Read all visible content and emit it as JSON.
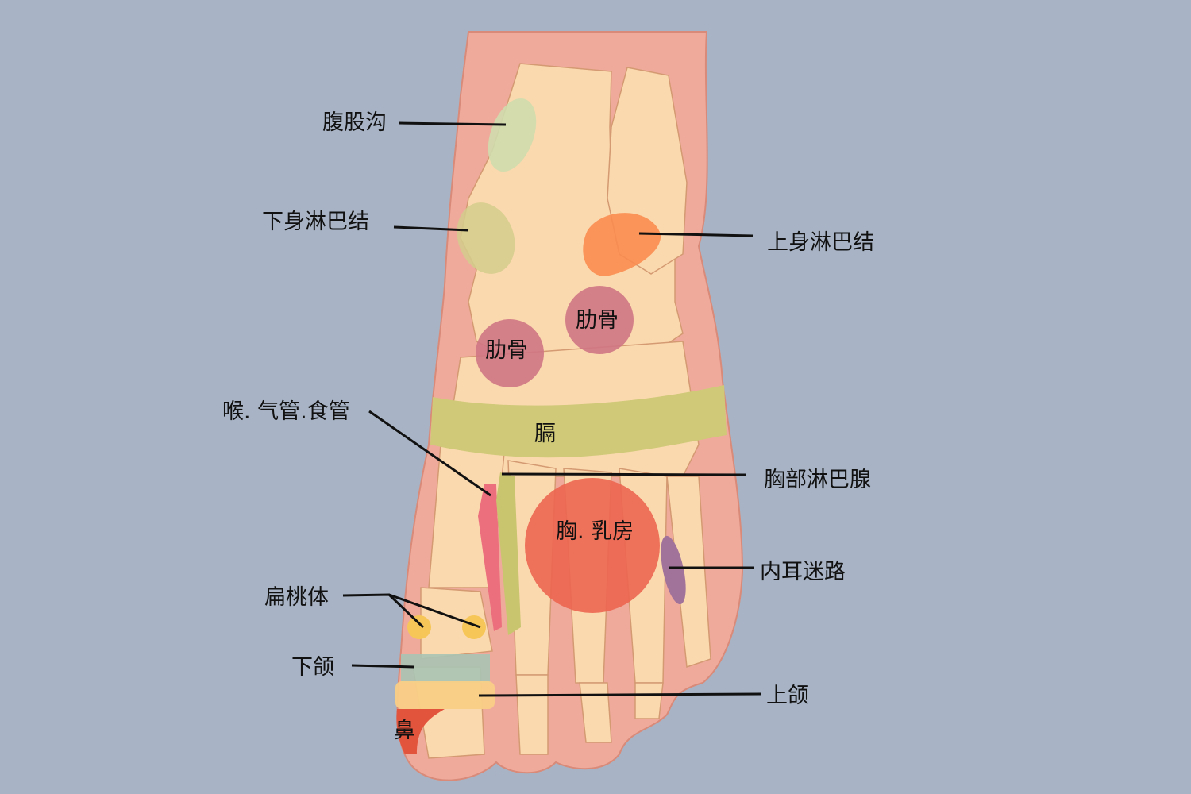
{
  "labels": {
    "groin": "腹股沟",
    "lower_lymph": "下身淋巴结",
    "upper_lymph": "上身淋巴结",
    "rib_right": "肋骨",
    "rib_left": "肋骨",
    "throat": "喉. 气管.食管",
    "diaphragm": "膈",
    "chest_lymph": "胸部淋巴腺",
    "chest_breast": "胸. 乳房",
    "inner_ear": "内耳迷路",
    "tonsils": "扁桃体",
    "lower_jaw": "下颌",
    "upper_jaw": "上颌",
    "nose": "鼻"
  },
  "colors": {
    "background": "#a8b4c5",
    "skin": "#efaa9c",
    "bone": "#fbd9ae",
    "groin": "#cfdcad",
    "lower_lymph": "#d3cc8c",
    "upper_lymph": "#fa8c50",
    "ribs": "#cf7584",
    "diaphragm": "#cfc978",
    "chest_breast": "#ec6550",
    "throat": "#ec6f7d",
    "chest_lymph": "#c9c56f",
    "inner_ear": "#a2739a",
    "tonsils": "#f6c758",
    "lower_jaw": "#a9c3b4",
    "upper_jaw": "#f9cf86",
    "nose": "#e3543d"
  }
}
